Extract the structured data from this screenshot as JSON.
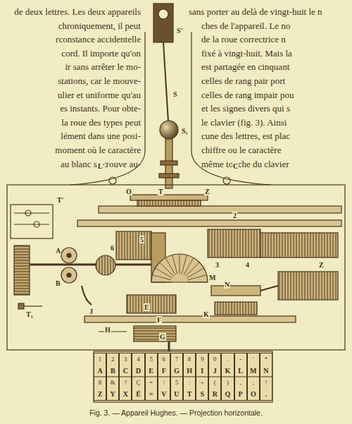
{
  "diagram": {
    "caption": "Fig. 3. — Appareil Hughes. — Projection horizontale.",
    "nodes": [
      {
        "text": [
          "1",
          "A",
          "8",
          "Z"
        ]
      },
      {
        "text": [
          "2",
          "B",
          "&",
          "Y"
        ]
      },
      {
        "text": [
          "3",
          "C",
          "?",
          "X"
        ]
      },
      {
        "text": [
          "4",
          "D",
          "Ç",
          "É"
        ]
      },
      {
        "text": [
          "5",
          "E",
          "=",
          "="
        ]
      },
      {
        "text": [
          "6",
          "F",
          "/",
          "V"
        ]
      },
      {
        "text": [
          "7",
          "G",
          "5",
          "U"
        ]
      },
      {
        "text": [
          "8",
          "H",
          ":",
          "T"
        ]
      },
      {
        "text": [
          "9",
          "I",
          "+",
          "S"
        ]
      },
      {
        "text": [
          "0",
          "J",
          "(",
          "R"
        ]
      },
      {
        "text": [
          ".",
          "K",
          ")",
          "Q"
        ]
      },
      {
        "text": [
          "-",
          "L",
          ",",
          "P"
        ]
      },
      {
        "text": [
          "'",
          "M",
          ";",
          "O"
        ]
      },
      {
        "text": [
          "*",
          "N",
          "!",
          "."
        ]
      }
    ],
    "labels": [
      "de deux lettres. Les deux appareils",
      "chroniquement, il peut",
      "rconstance accidentelle",
      "cord. Il importe qu'on",
      "ir sans arrêter le mo-",
      "stations, car le mouve-",
      "ulier et uniforme qu'au",
      "es instants. Pour obte-",
      "la roue des types peut",
      "lément dans une posi-",
      "moment où le caractère",
      "au blanc se trouve au-",
      "sans porter au delà de vingt-huit le n",
      "ches de l'appareil. Le no",
      "de la roue correctrice n",
      "fixé à vingt-huit. Mais la",
      "est partagée en cinquant",
      "celles de rang pair port",
      "celles de rang impair pou",
      "et les signes divers qui s",
      "le clavier (fig. 3). Ainsi",
      "cune des lettres, est plac",
      "chiffre ou le caractère",
      "même touche du clavier",
      "S'",
      "S",
      "S₁",
      "L'",
      "C",
      "O",
      "T",
      "Z",
      "T'",
      "A",
      "B",
      "T₁",
      "J",
      "6",
      "5",
      "2",
      "3",
      "4",
      "N",
      "M",
      "E",
      "F",
      "G",
      "K",
      "Z",
      "H"
    ]
  }
}
